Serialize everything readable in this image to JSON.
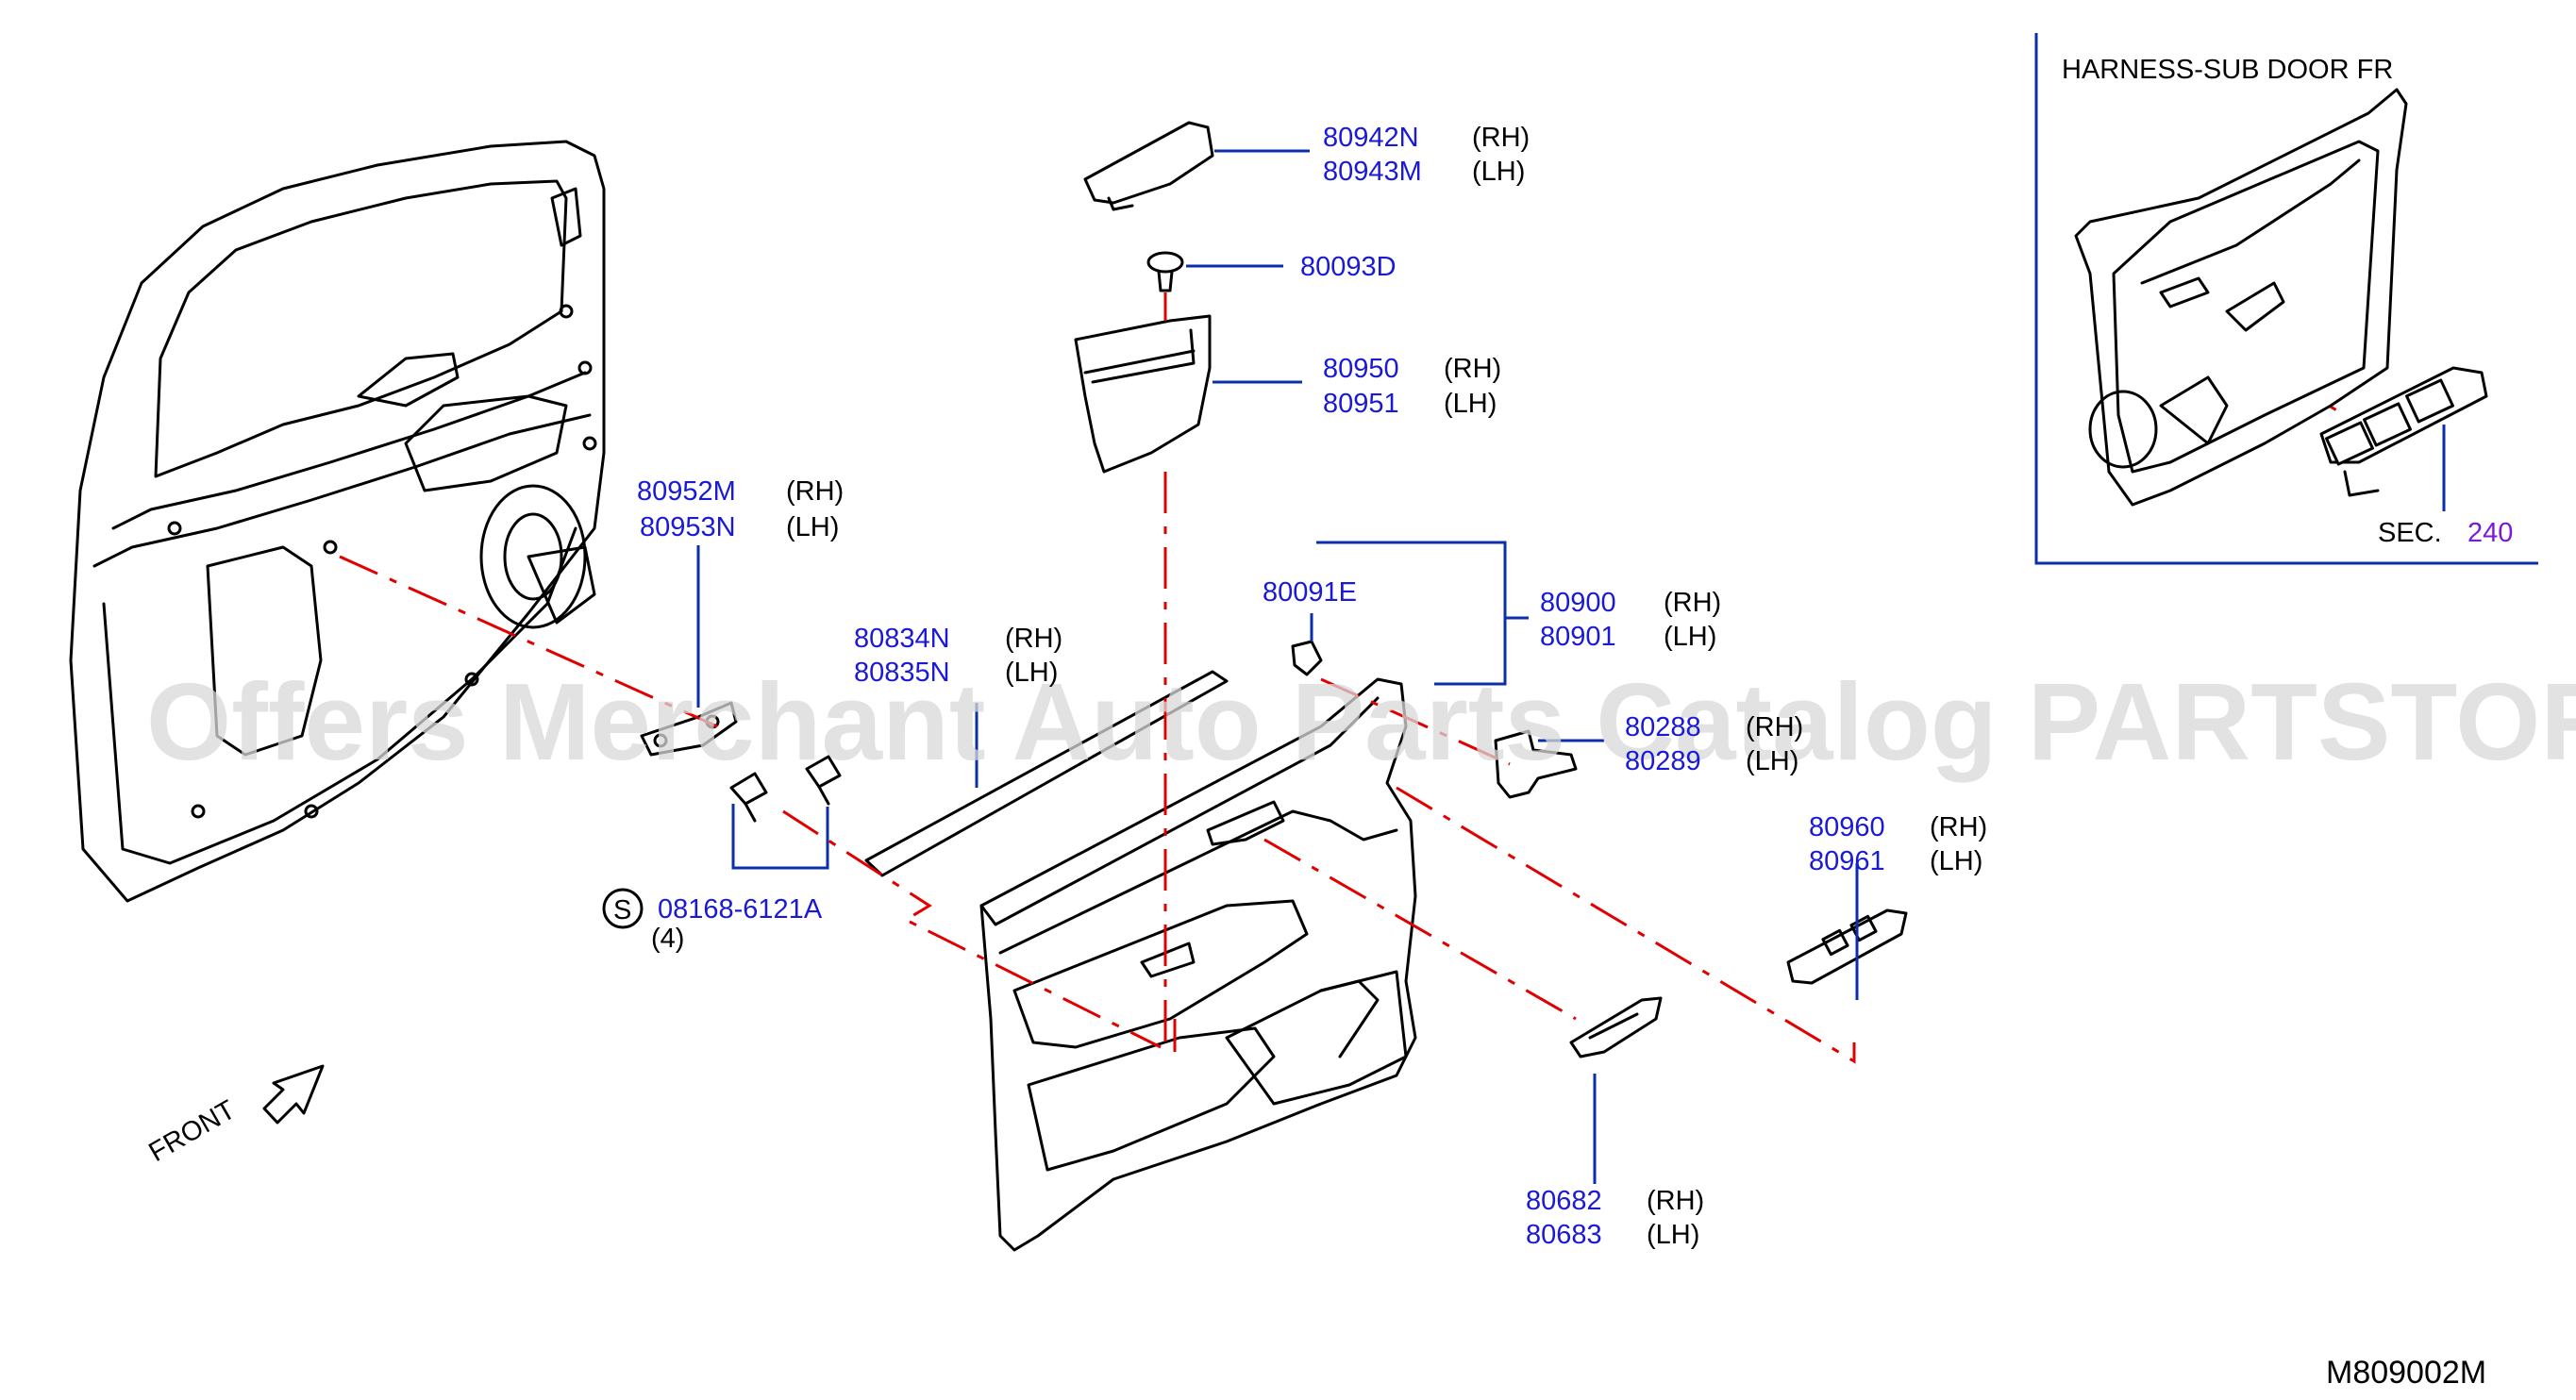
{
  "watermark": "Offers Merchant Auto Parts Catalog PARTSTORE.SA",
  "diagram_id": "M809002M",
  "front_label": "FRONT",
  "inset": {
    "title": "HARNESS-SUB   DOOR   FR",
    "sec_prefix": "SEC.",
    "sec_number": "240"
  },
  "callouts": {
    "c80942": {
      "rh": "80942N",
      "lh": "80943M"
    },
    "c80093": {
      "part": "80093D"
    },
    "c80950": {
      "rh": "80950",
      "lh": "80951"
    },
    "c80952": {
      "rh": "80952M",
      "lh": "80953N"
    },
    "c80834": {
      "rh": "80834N",
      "lh": "80835N"
    },
    "c80091": {
      "part": "80091E"
    },
    "c80900": {
      "rh": "80900",
      "lh": "80901"
    },
    "c80288": {
      "rh": "80288",
      "lh": "80289"
    },
    "c80960": {
      "rh": "80960",
      "lh": "80961"
    },
    "c80682": {
      "rh": "80682",
      "lh": "80683"
    },
    "c08168": {
      "symbol": "S",
      "part": "08168-6121A",
      "qty": "(4)"
    }
  },
  "side_labels": {
    "rh": "(RH)",
    "lh": "(LH)"
  }
}
